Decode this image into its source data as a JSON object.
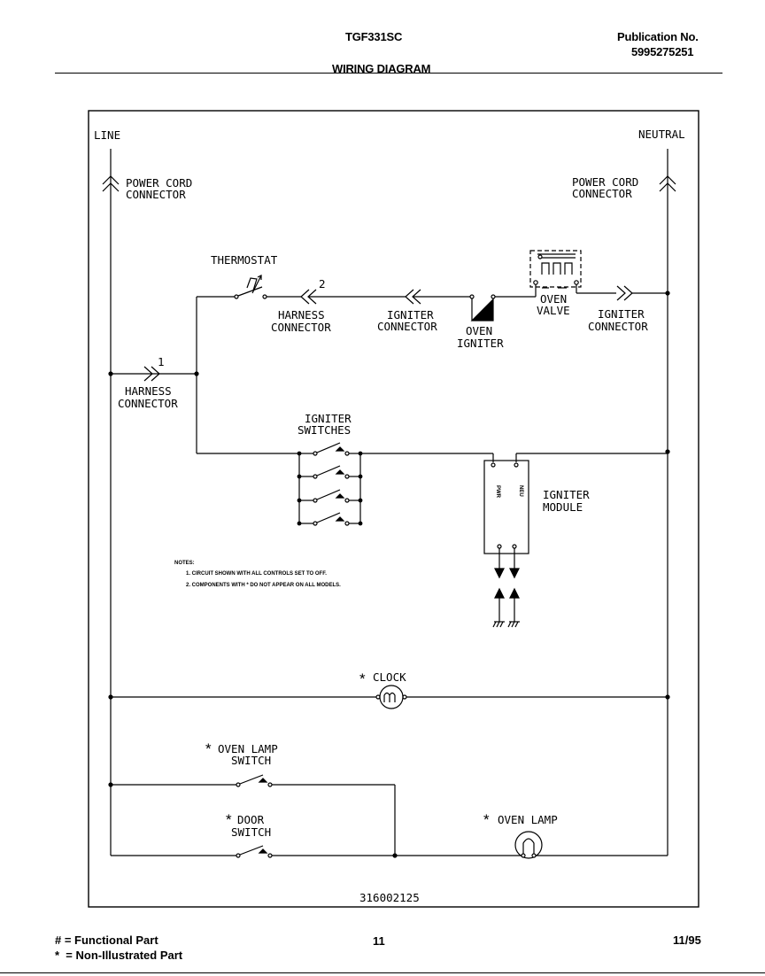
{
  "header": {
    "model": "TGF331SC",
    "publication_label": "Publication No.",
    "publication_number": "5995275251",
    "title": "WIRING DIAGRAM"
  },
  "diagram": {
    "line": "LINE",
    "neutral": "NEUTRAL",
    "power_cord_connector": [
      "POWER CORD",
      "CONNECTOR"
    ],
    "thermostat": "THERMOSTAT",
    "harness_connector": [
      "HARNESS",
      "CONNECTOR"
    ],
    "igniter_connector": [
      "IGNITER",
      "CONNECTOR"
    ],
    "oven_igniter": [
      "OVEN",
      "IGNITER"
    ],
    "oven_valve": [
      "OVEN",
      "VALVE"
    ],
    "igniter_switches": [
      "IGNITER",
      "SWITCHES"
    ],
    "igniter_module": [
      "IGNITER",
      "MODULE"
    ],
    "module_terminals": [
      "PWR",
      "NEU"
    ],
    "pin_1": "1",
    "pin_2": "2",
    "star": "*",
    "clock": "CLOCK",
    "oven_lamp_switch": [
      "OVEN LAMP",
      "SWITCH"
    ],
    "door_switch": [
      "DOOR",
      "SWITCH"
    ],
    "oven_lamp": "OVEN LAMP",
    "part_number": "316002125",
    "notes": {
      "heading": "NOTES:",
      "items": [
        "1. CIRCUIT SHOWN WITH ALL CONTROLS SET TO OFF.",
        "2. COMPONENTS WITH * DO NOT APPEAR ON ALL MODELS."
      ]
    }
  },
  "footer": {
    "functional_part": "# = Functional Part",
    "non_illustrated_part": "*  = Non-Illustrated Part",
    "page_number": "11",
    "date": "11/95"
  }
}
